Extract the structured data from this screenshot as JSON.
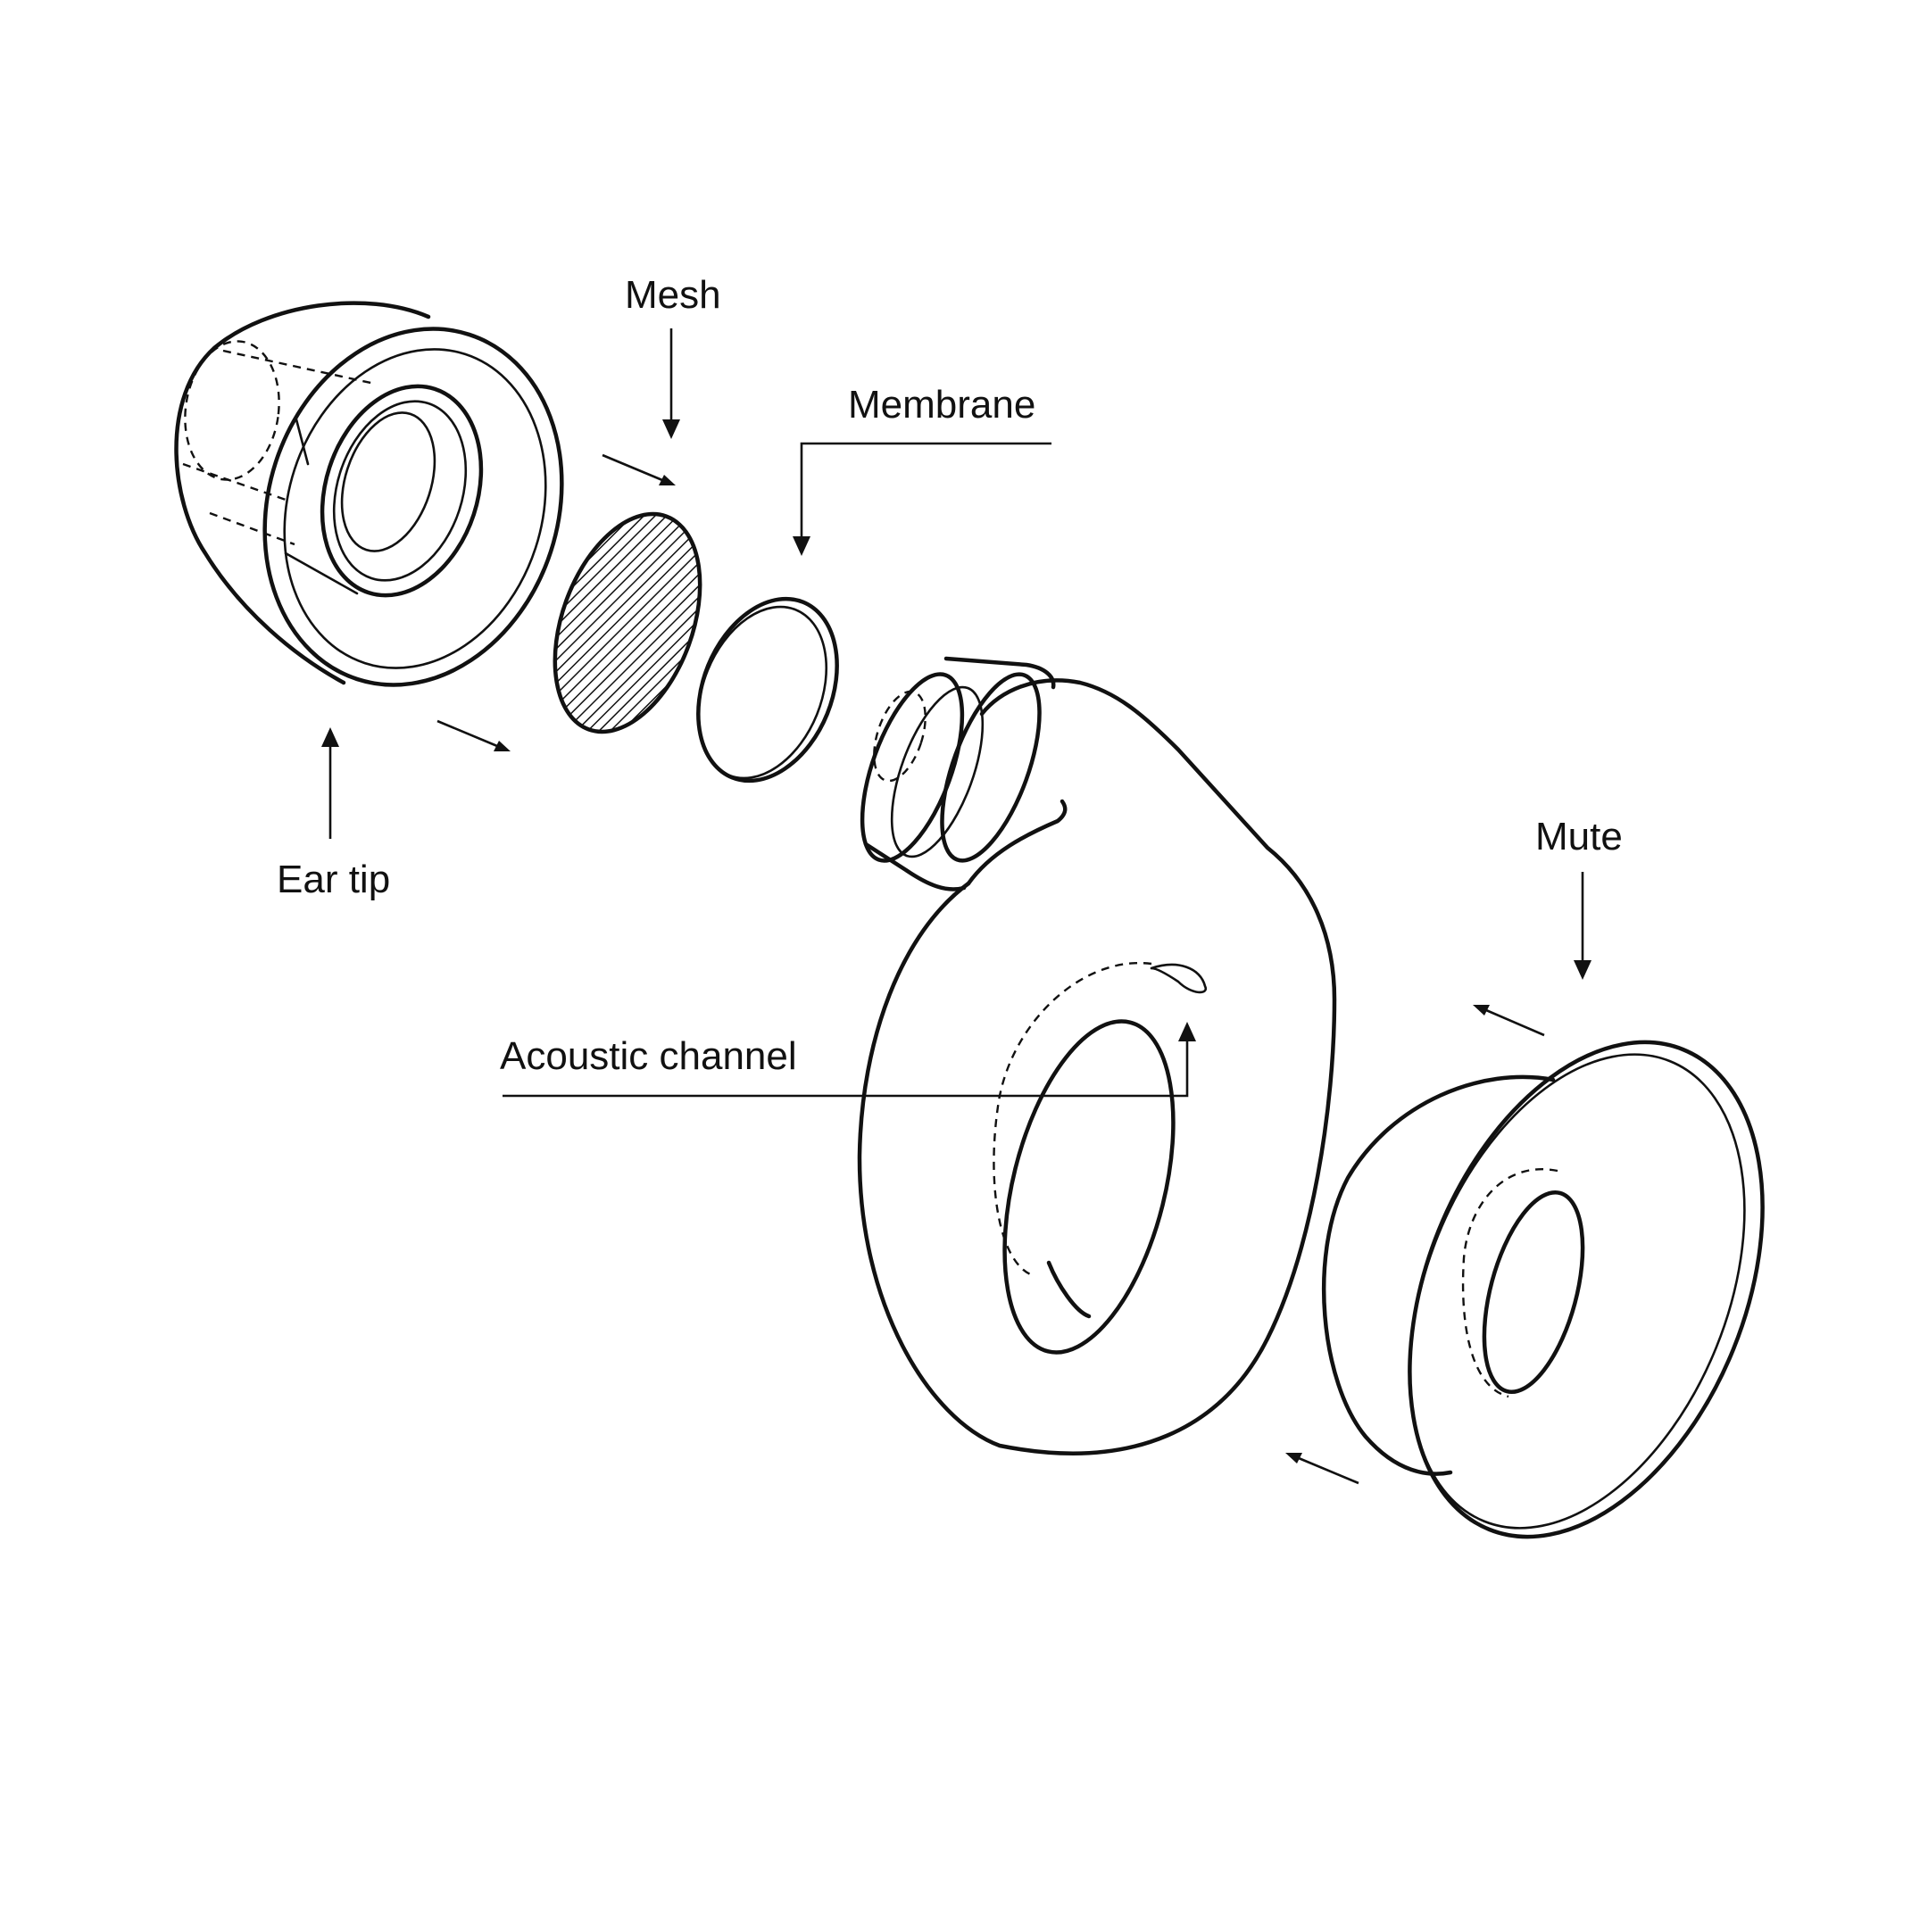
{
  "diagram": {
    "labels": {
      "mesh": "Mesh",
      "membrane": "Membrane",
      "ear_tip": "Ear tip",
      "acoustic_channel": "Acoustic channel",
      "mute": "Mute"
    },
    "colors": {
      "background": "#ffffff",
      "stroke": "#111111"
    }
  }
}
